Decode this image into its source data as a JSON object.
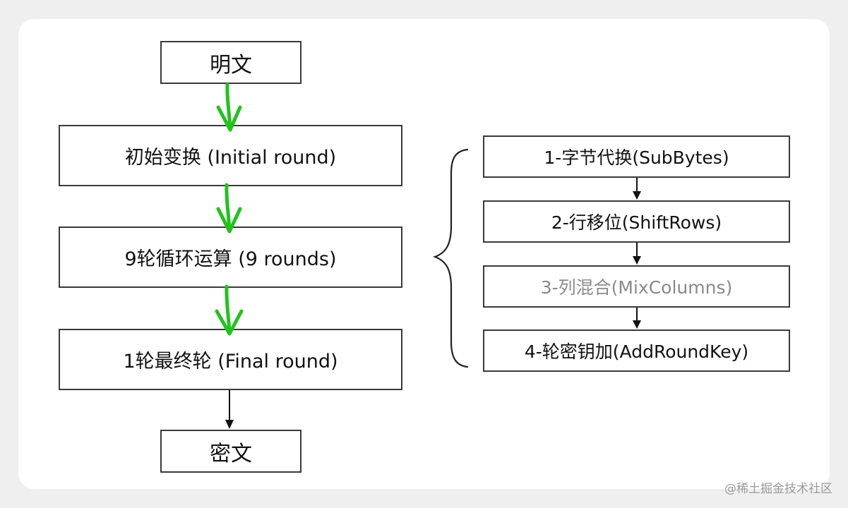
{
  "flow": {
    "plaintext": "明文",
    "initial_round": "初始变换 (Initial round)",
    "rounds": "9轮循环运算 (9 rounds)",
    "final_round": "1轮最终轮 (Final round)",
    "ciphertext": "密文"
  },
  "round_steps": [
    {
      "label": "1-字节代换(SubBytes)"
    },
    {
      "label": "2-行移位(ShiftRows)"
    },
    {
      "label": "3-列混合(MixColumns)"
    },
    {
      "label": "4-轮密钥加(AddRoundKey)"
    }
  ],
  "colors": {
    "green_arrow": "#22c21d",
    "step3_text": "#8a8a8a"
  },
  "watermark": "@稀土掘金技术社区"
}
